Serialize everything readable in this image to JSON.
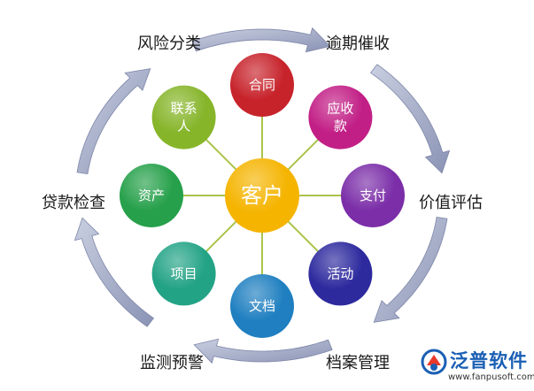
{
  "center": {
    "label": "客户",
    "color": "#f5b400"
  },
  "nodes": [
    {
      "id": "contract",
      "label": [
        "合同"
      ],
      "color": "#c7232b"
    },
    {
      "id": "receivable",
      "label": [
        "应收",
        "款"
      ],
      "color": "#c21f86"
    },
    {
      "id": "payment",
      "label": [
        "支付"
      ],
      "color": "#7b2ea8"
    },
    {
      "id": "activity",
      "label": [
        "活动"
      ],
      "color": "#2d2a9e"
    },
    {
      "id": "document",
      "label": [
        "文档"
      ],
      "color": "#1f7fc0"
    },
    {
      "id": "project",
      "label": [
        "项目"
      ],
      "color": "#23a386"
    },
    {
      "id": "asset",
      "label": [
        "资产"
      ],
      "color": "#26a04a"
    },
    {
      "id": "contact",
      "label": [
        "联系",
        "人"
      ],
      "color": "#86b52a"
    }
  ],
  "outer_steps": [
    {
      "id": "overdue-collection",
      "label": "逾期催收"
    },
    {
      "id": "value-assessment",
      "label": "价值评估"
    },
    {
      "id": "archive-management",
      "label": "档案管理"
    },
    {
      "id": "monitoring-warning",
      "label": "监测预警"
    },
    {
      "id": "loan-inspection",
      "label": "贷款检查"
    },
    {
      "id": "risk-classification",
      "label": "风险分类"
    }
  ],
  "logo": {
    "name": "泛普软件",
    "url": "www.fanpusoft.com"
  },
  "colors": {
    "spoke": "#a9c44a",
    "arrow_light": "#c9cfe0",
    "arrow_dark": "#8a93b5"
  }
}
